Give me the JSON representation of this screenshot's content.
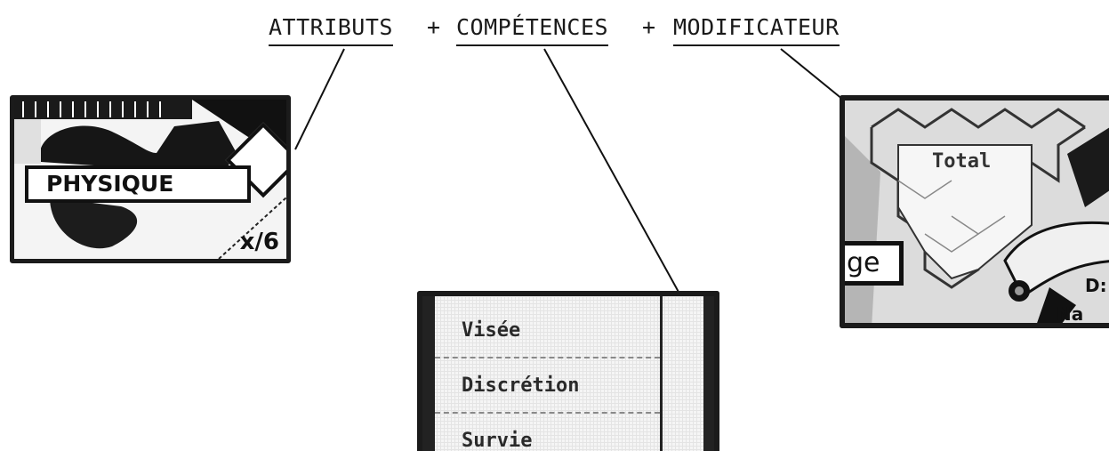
{
  "formula": {
    "terms": [
      "ATTRIBUTS",
      "COMPÉTENCES",
      "MODIFICATEUR"
    ],
    "operator": "+"
  },
  "attribute_card": {
    "label": "PHYSIQUE",
    "value": "x/6"
  },
  "skills_card": {
    "skills": [
      "Visée",
      "Discrétion",
      "Survie"
    ]
  },
  "modifier_card": {
    "total_label": "Total",
    "tab_fragment": "ge",
    "fragment_1": "D:",
    "fragment_2": "Na"
  }
}
